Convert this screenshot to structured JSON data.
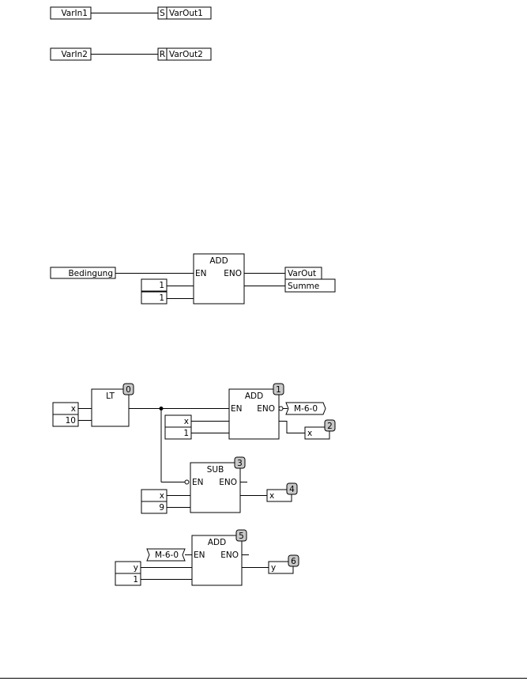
{
  "diagram1": {
    "row1": {
      "input": "VarIn1",
      "coil": "S",
      "output": "VarOut1"
    },
    "row2": {
      "input": "VarIn2",
      "coil": "R",
      "output": "VarOut2"
    }
  },
  "diagram2": {
    "condition": "Bedingung",
    "block": {
      "title": "ADD",
      "en": "EN",
      "eno": "ENO"
    },
    "inputs": [
      "1",
      "1"
    ],
    "outputs": [
      "VarOut",
      "Summe"
    ]
  },
  "diagram3": {
    "lt": {
      "title": "LT",
      "badge": "0",
      "inputs": [
        "x",
        "10"
      ]
    },
    "add": {
      "title": "ADD",
      "badge": "1",
      "en": "EN",
      "eno": "ENO",
      "inputs": [
        "x",
        "1"
      ],
      "jump": "M-6-0",
      "out": "x",
      "out_badge": "2"
    },
    "sub": {
      "title": "SUB",
      "badge": "3",
      "en": "EN",
      "eno": "ENO",
      "inputs": [
        "x",
        "9"
      ],
      "out": "x",
      "out_badge": "4"
    },
    "add2": {
      "title": "ADD",
      "badge": "5",
      "en": "EN",
      "eno": "ENO",
      "inputs": [
        "y",
        "1"
      ],
      "label": "M-6-0",
      "out": "y",
      "out_badge": "6"
    }
  }
}
